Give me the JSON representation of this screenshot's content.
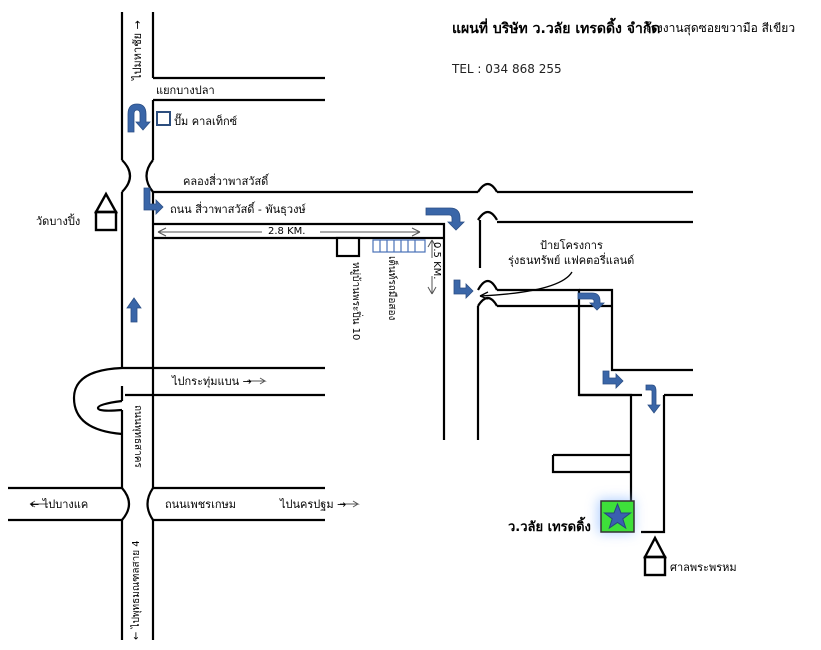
{
  "header": {
    "title": "แผนที่ บริษัท ว.วลัย เทรดดิ้ง จำกัด",
    "subtitle": "โรงงานสุดซอยขวามือ สีเขียว",
    "tel": "TEL : 034 868 255"
  },
  "roads": {
    "to_mahachai": "ไปมหาชัย →",
    "maek_bang_pla": "แยกบางปลา",
    "khlong_si_wa_pha_sawat": "คลองสี่วาพาสวัสดิ์",
    "thanon_si_wa_pha_sawat": "ถนน สี่วาพาสวัสดิ์ - พันธุวงษ์",
    "to_krathum_baen": "ไปกระทุ่มแบน →",
    "phutthasakhon": "ถนนพุทธสาคร",
    "to_bang_khae": "← ไปบางแค",
    "phetkasem": "ถนนเพชรเกษม",
    "to_nakhon_pathom": "ไปนครปฐม →",
    "to_phutthamonthon_4": "← ไปพุทธมณฑลสาย 4"
  },
  "distances": {
    "d1": "2.8 KM.",
    "d2": "0.5 KM."
  },
  "landmarks": {
    "gas_station": "ปั๊ม คาลเท็กซ์",
    "wat_bang_ping": "วัดบางปิ้ง",
    "village": "หมู่บ้านพระปิ่น 10",
    "used_car_lot": "เต็นท์รถมือสอง",
    "project_sign": "ป้ายโครงการ\nรุ่งธนทรัพย์ แฟคตอรี่แลนด์",
    "project_sign_line1": "ป้ายโครงการ",
    "project_sign_line2": "รุ่งธนทรัพย์ แฟคตอรี่แลนด์",
    "company": "ว.วลัย เทรดดิ้ง",
    "shrine": "ศาลพระพรหม"
  },
  "colors": {
    "road": "#000000",
    "arrow": "#3a66a8",
    "company_fill": "#3ee03a",
    "star": "#3a5fb0",
    "glow": "#9ec4ff"
  }
}
